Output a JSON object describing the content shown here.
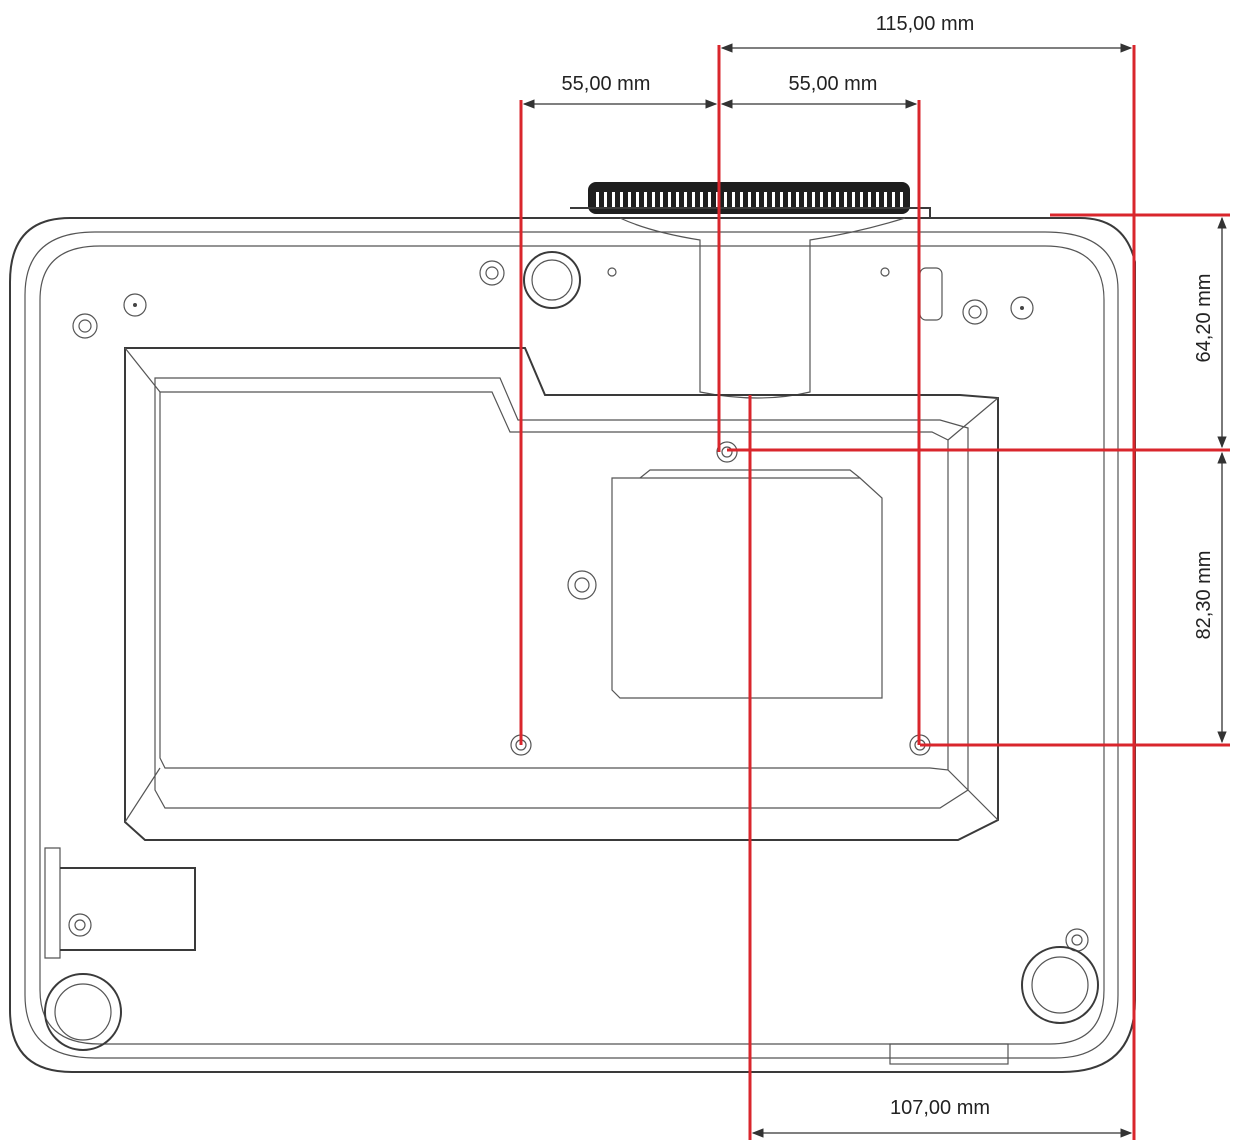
{
  "dimensions": {
    "top_total": "115,00 mm",
    "top_left": "55,00 mm",
    "top_right": "55,00 mm",
    "right_upper": "64,20 mm",
    "right_lower": "82,30 mm",
    "bottom": "107,00 mm"
  },
  "colors": {
    "dimension_line": "#d9262c",
    "outline": "#3a3a3a"
  }
}
